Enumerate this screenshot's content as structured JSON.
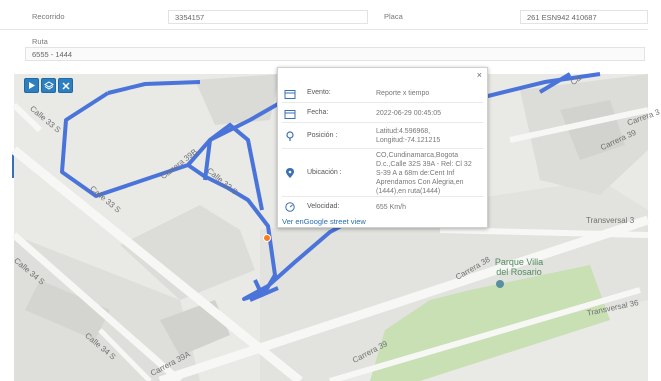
{
  "form": {
    "recorrido_label": "Recorrido",
    "recorrido_value": "3354157",
    "placa_label": "Placa",
    "placa_value": "261 ESN942 410687",
    "ruta_label": "Ruta",
    "ruta_value": "6555 - 1444"
  },
  "toolbar": {
    "icons": [
      "play-icon",
      "layers-icon",
      "tools-icon"
    ]
  },
  "popup": {
    "close_label": "×",
    "rows": [
      {
        "icon": "calendar-icon",
        "key": "Evento:",
        "value": "Reporte x tiempo"
      },
      {
        "icon": "calendar-icon",
        "key": "Fecha:",
        "value": "2022-06-29 00:45:05"
      },
      {
        "icon": "map-pin-icon",
        "key": "Posición :",
        "value_line1": "Latitud:4.596968,",
        "value_line2": "Longitud:-74.121215"
      },
      {
        "icon": "location-icon",
        "key": "Ubicación :",
        "value_lines": [
          "CO,Cundinamarca,Bogota",
          "D.c.,Calle 32S 39A - Rel: Cl 32",
          "S-39 A a 68m de:Cent Inf",
          "Aprendamos Con Alegria,en",
          "(1444),en ruta(1444)"
        ]
      },
      {
        "icon": "speedometer-icon",
        "key": "Velocidad:",
        "value": "655 Km/h"
      }
    ],
    "link_prefix": "Ver en",
    "link_text": "Google street view"
  },
  "map": {
    "streets": [
      "Calle 33 S",
      "Calle 33 S",
      "Carrera 39B",
      "Calle 32 S",
      "Calle 34 S",
      "Calle 34 S",
      "Carrera 39A",
      "Carrera 39",
      "Carrera 38",
      "Carrera 39",
      "Transversal 3",
      "Transversal 36",
      "Carrera 3",
      "Ca"
    ],
    "park_line1": "Parque Villa",
    "park_line2": "del Rosario",
    "route_color": "#4a74d9",
    "marker_color": "#ff7a1a"
  }
}
